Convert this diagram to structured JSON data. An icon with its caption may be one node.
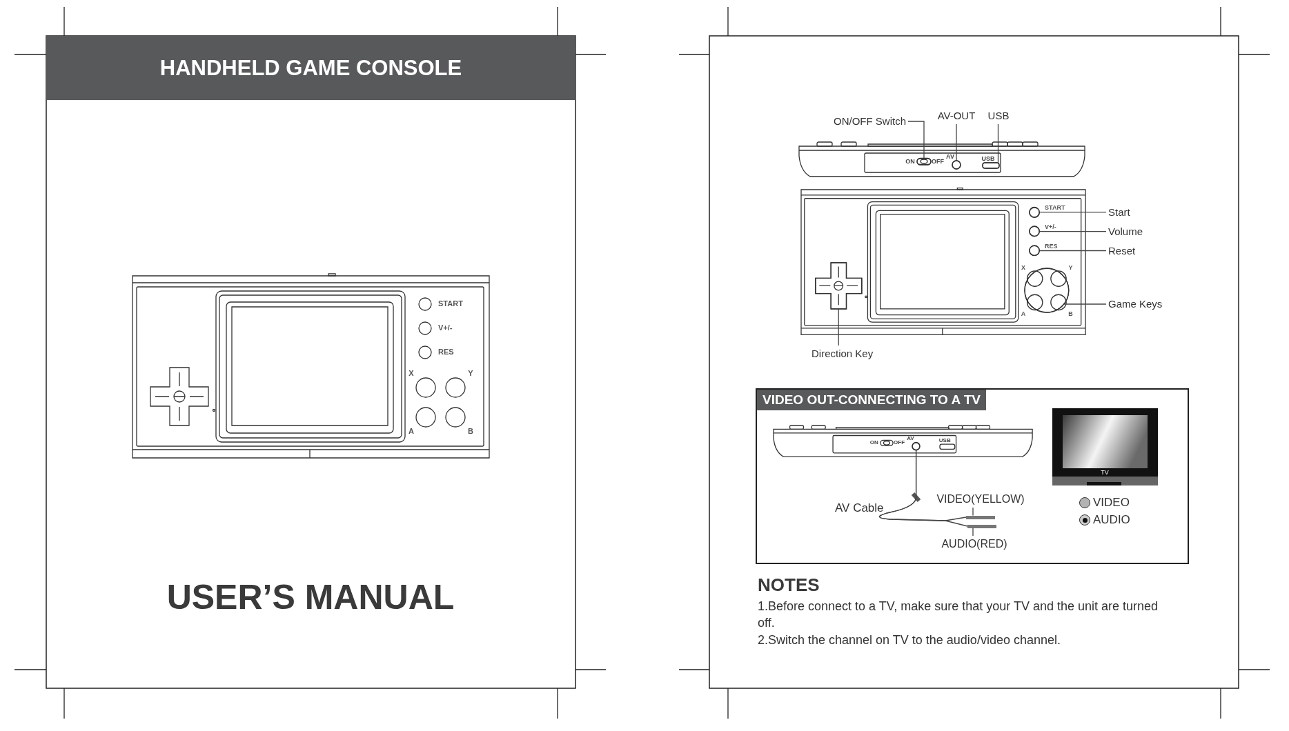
{
  "diagram": {
    "nodes": [
      {
        "text": [
          "HANDHELD GAME CONSOLE"
        ]
      },
      {
        "text": [
          "ON/OFF Switch"
        ]
      },
      {
        "text": [
          "AV-OUT"
        ]
      },
      {
        "text": [
          "USB"
        ]
      },
      {
        "text": [
          "Start"
        ]
      },
      {
        "text": [
          "Volume"
        ]
      },
      {
        "text": [
          "Reset"
        ]
      },
      {
        "text": [
          "Game Keys"
        ]
      },
      {
        "text": [
          "Direction Key"
        ]
      },
      {
        "text": [
          "VIDEO OUT-CONNECTING TO A TV"
        ]
      },
      {
        "text": [
          "VIDEO(YELLOW)"
        ],
        "in": 9
      },
      {
        "text": [
          "AUDIO(RED)"
        ],
        "in": 9
      },
      {
        "text": [],
        "shape": "box"
      },
      {
        "text": [],
        "shape": "circle"
      },
      {
        "text": [],
        "shape": "box"
      },
      {
        "text": [],
        "shape": "circle"
      },
      {
        "text": [],
        "shape": "circle"
      },
      {
        "text": [],
        "shape": "circle"
      },
      {
        "text": [],
        "shape": "circle"
      },
      {
        "text": [],
        "shape": "cross"
      },
      {
        "text": [],
        "shape": "circle",
        "in": 9
      },
      {
        "text": [],
        "shape": "bar",
        "in": 9
      },
      {
        "text": [],
        "shape": "bar",
        "in": 9
      }
    ],
    "edges": [
      {
        "from": 1,
        "to": 12,
        "arrow": "none"
      },
      {
        "from": 2,
        "to": 13,
        "arrow": "none"
      },
      {
        "from": 3,
        "to": 14,
        "arrow": "none"
      },
      {
        "from": 4,
        "to": 15,
        "arrow": "none"
      },
      {
        "from": 5,
        "to": 16,
        "arrow": "none"
      },
      {
        "from": 6,
        "to": 17,
        "arrow": "none"
      },
      {
        "from": 7,
        "to": 18,
        "arrow": "none"
      },
      {
        "from": 8,
        "to": 19,
        "arrow": "none"
      },
      {
        "from": 10,
        "to": 21,
        "arrow": "none"
      },
      {
        "from": 11,
        "to": 22,
        "arrow": "none"
      },
      {
        "from": 20,
        "to": 21,
        "arrow": "none"
      },
      {
        "from": 20,
        "to": 22,
        "arrow": "none"
      }
    ],
    "labels": [
      "USER’S MANUAL",
      "START",
      "V+/-",
      "RES",
      "X",
      "Y",
      "A",
      "B",
      "ON",
      "OFF",
      "AV",
      "USB",
      "START",
      "V+/-",
      "RES",
      "X",
      "Y",
      "A",
      "B",
      "ON",
      "OFF",
      "AV",
      "USB",
      "AV Cable",
      "TV",
      "NOTES",
      "1.Before connect to a TV, make sure that your TV and the unit are turned off.",
      "2.Switch the channel on TV to the audio/video channel."
    ],
    "legend": [
      {
        "text": "VIDEO",
        "color": "#b3b3b3"
      },
      {
        "text": "AUDIO"
      }
    ]
  }
}
